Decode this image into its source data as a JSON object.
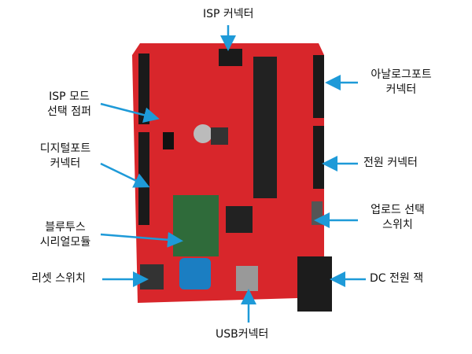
{
  "labels": {
    "isp_connector": "ISP 커넥터",
    "analog_port_1": "아날로그포트",
    "analog_port_2": "커넥터",
    "isp_jumper_1": "ISP 모드",
    "isp_jumper_2": "선택 점퍼",
    "digital_port_1": "디지털포트",
    "digital_port_2": "커넥터",
    "power_connector": "전원 커넥터",
    "upload_switch_1": "업로드 선택",
    "upload_switch_2": "스위치",
    "bluetooth_1": "블루투스",
    "bluetooth_2": "시리얼모듈",
    "reset_switch": "리셋 스위치",
    "dc_jack": "DC 전원 잭",
    "usb_connector": "USB커넥터"
  },
  "colors": {
    "arrow": "#1e9ad8",
    "board": "#d8262b",
    "header": "#1a1a1a",
    "bt_module": "#2f6b3a"
  }
}
